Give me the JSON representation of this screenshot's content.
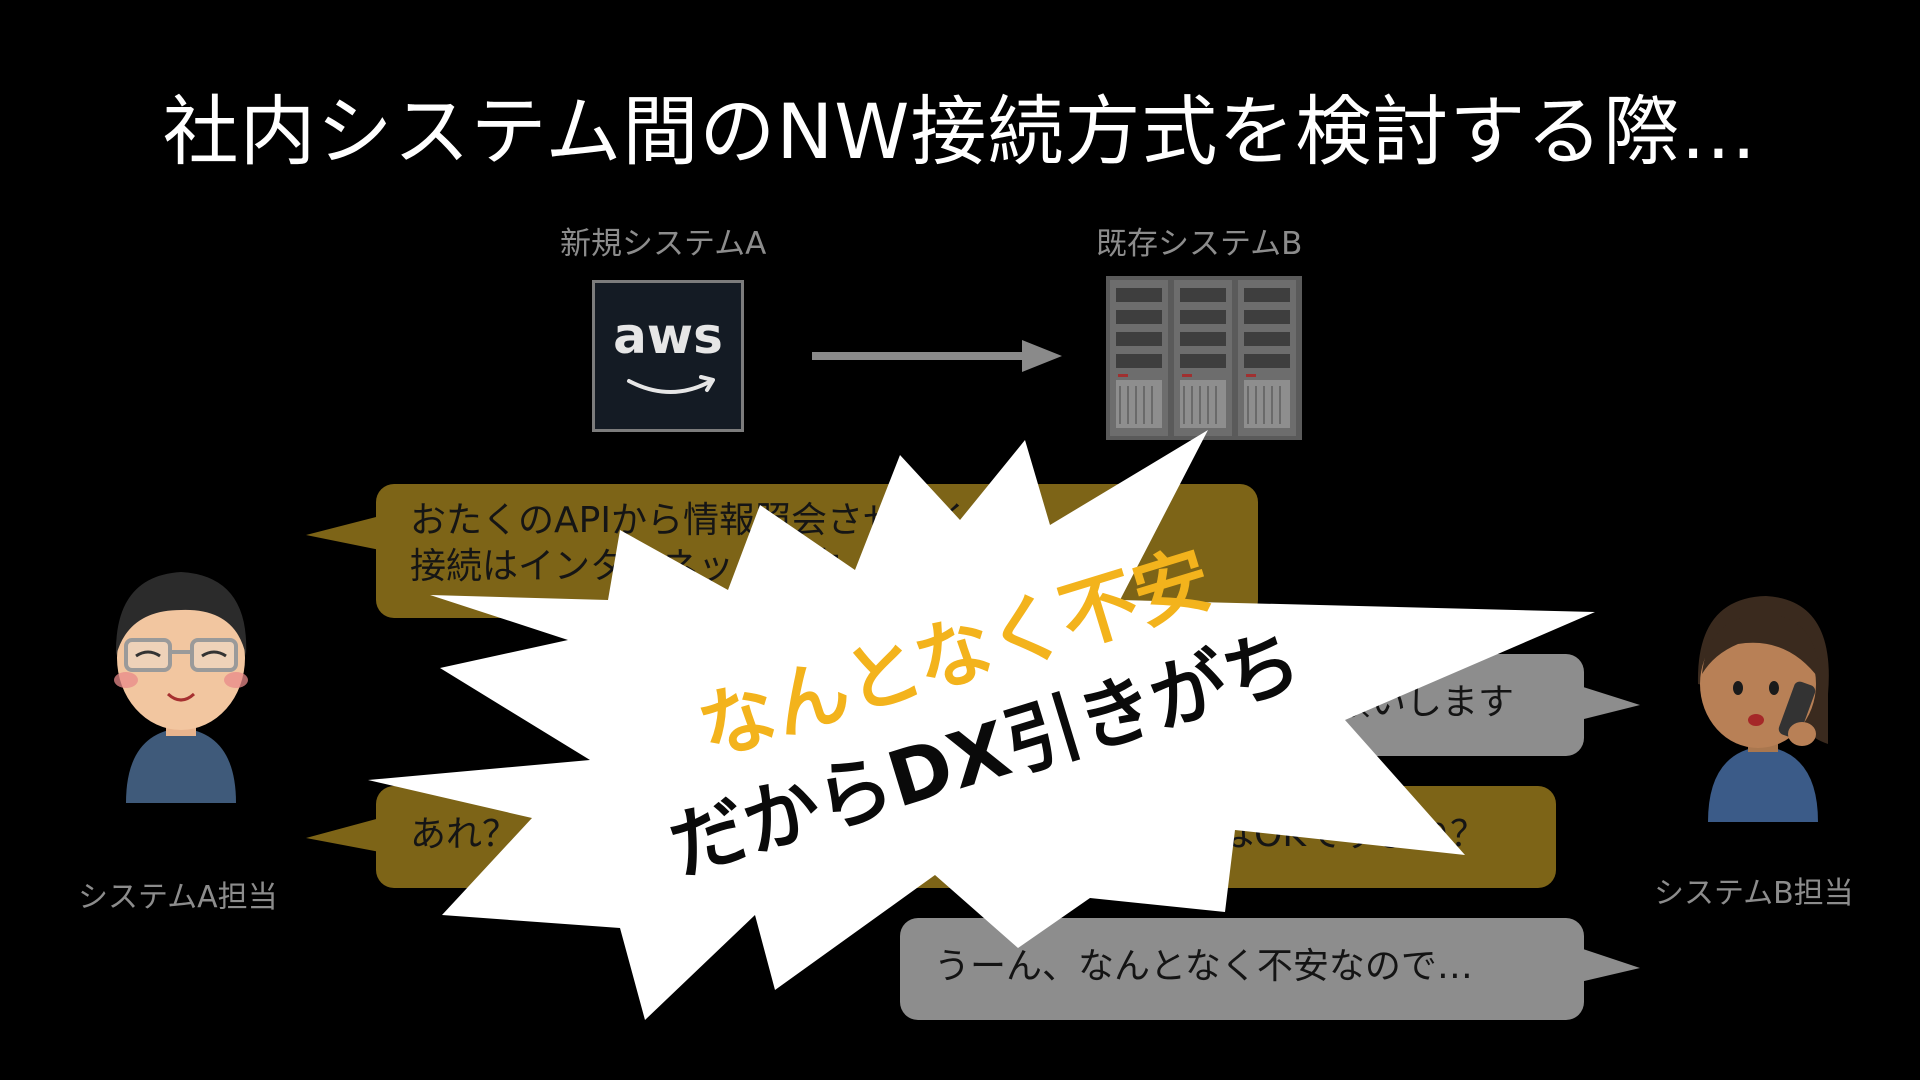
{
  "slide": {
    "title": "社内システム間のNW接続方式を検討する際…",
    "system_a_label": "新規システムA",
    "system_b_label": "既存システムB",
    "aws_logo_text": "aws",
    "person_a_label": "システムA担当",
    "person_b_label": "システムB担当"
  },
  "dialogue": {
    "bubble1_line1": "おたくのAPIから情報照会させてくだ",
    "bubble1_line2": "接続はインターネット経由",
    "bubble2_text": "願いします",
    "bubble3_text_left": "あれ？",
    "bubble3_text_right": "はOKですよね？",
    "bubble4_text": "うーん、なんとなく不安なので…"
  },
  "burst": {
    "line1": "なんとなく不安",
    "line2": "だからDX引きがち"
  },
  "colors": {
    "background": "#000000",
    "bubble_a": "#7d6417",
    "bubble_b": "#8d8d8d",
    "burst_fill": "#ffffff",
    "burst_accent": "#f3b31c",
    "arrow": "#8a8a8a"
  },
  "icons": [
    "aws-logo",
    "server-rack-icon",
    "arrow-right-icon",
    "person-a-illustration",
    "person-b-illustration"
  ]
}
